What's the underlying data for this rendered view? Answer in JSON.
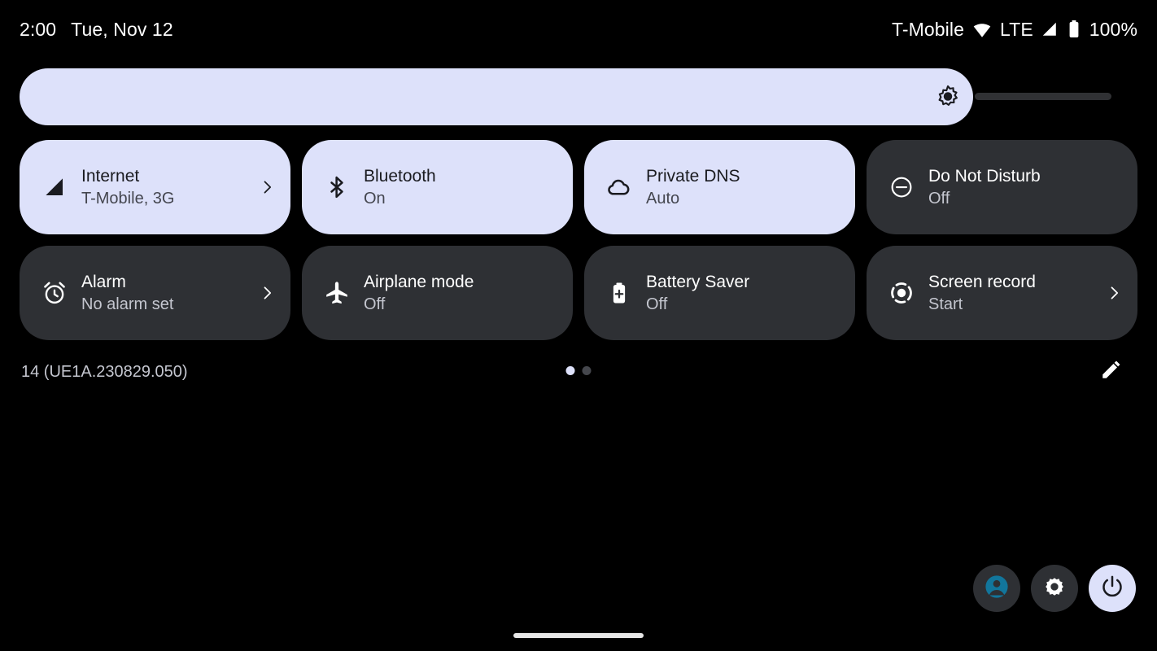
{
  "status_bar": {
    "time": "2:00",
    "date": "Tue, Nov 12",
    "carrier": "T-Mobile",
    "wifi_icon": "wifi-icon",
    "network_type": "LTE",
    "signal_icon": "cell-signal-icon",
    "battery_icon": "battery-icon",
    "battery_percent": "100%"
  },
  "brightness": {
    "name": "brightness-slider",
    "icon": "brightness-icon",
    "value_percent": 85
  },
  "tiles": [
    {
      "name": "tile-internet",
      "icon": "cell-signal-icon",
      "title": "Internet",
      "subtitle": "T-Mobile, 3G",
      "active": true,
      "chevron": true
    },
    {
      "name": "tile-bluetooth",
      "icon": "bluetooth-icon",
      "title": "Bluetooth",
      "subtitle": "On",
      "active": true,
      "chevron": false
    },
    {
      "name": "tile-private-dns",
      "icon": "cloud-icon",
      "title": "Private DNS",
      "subtitle": "Auto",
      "active": true,
      "chevron": false
    },
    {
      "name": "tile-do-not-disturb",
      "icon": "minus-circle-icon",
      "title": "Do Not Disturb",
      "subtitle": "Off",
      "active": false,
      "chevron": false
    },
    {
      "name": "tile-alarm",
      "icon": "alarm-clock-icon",
      "title": "Alarm",
      "subtitle": "No alarm set",
      "active": false,
      "chevron": true
    },
    {
      "name": "tile-airplane-mode",
      "icon": "airplane-icon",
      "title": "Airplane mode",
      "subtitle": "Off",
      "active": false,
      "chevron": false
    },
    {
      "name": "tile-battery-saver",
      "icon": "battery-plus-icon",
      "title": "Battery Saver",
      "subtitle": "Off",
      "active": false,
      "chevron": false
    },
    {
      "name": "tile-screen-record",
      "icon": "screen-record-icon",
      "title": "Screen record",
      "subtitle": "Start",
      "active": false,
      "chevron": true
    }
  ],
  "footer": {
    "build_label": "14 (UE1A.230829.050)",
    "edit_icon": "pencil-icon",
    "pages": [
      {
        "name": "page-dot-1",
        "active": true
      },
      {
        "name": "page-dot-2",
        "active": false
      }
    ]
  },
  "bottom_actions": [
    {
      "name": "user-switcher-button",
      "icon": "user-avatar-icon",
      "style": "dark"
    },
    {
      "name": "settings-button",
      "icon": "gear-icon",
      "style": "dark"
    },
    {
      "name": "power-button",
      "icon": "power-icon",
      "style": "light"
    }
  ],
  "colors": {
    "background": "#000000",
    "tile_active_bg": "#dde1fa",
    "tile_inactive_bg": "#2e3034",
    "text_on_active": "#1a1b20",
    "text_on_inactive": "#ffffff",
    "accent_avatar": "#12769c"
  },
  "nav_handle": {
    "name": "home-gesture-handle"
  }
}
